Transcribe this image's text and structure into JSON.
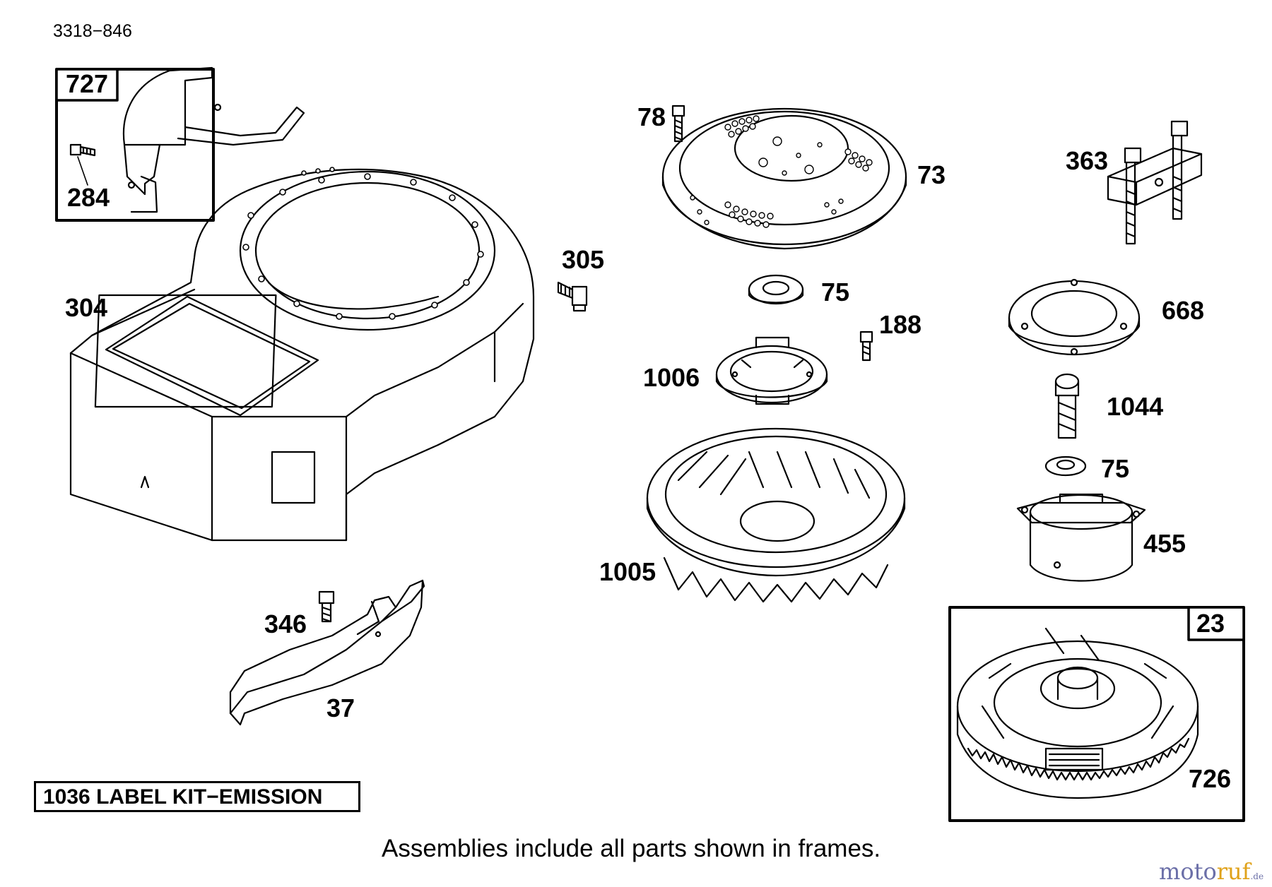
{
  "diagram_id": "3318−846",
  "labels": {
    "p727": "727",
    "p284": "284",
    "p304": "304",
    "p305": "305",
    "p78": "78",
    "p73": "73",
    "p75a": "75",
    "p188": "188",
    "p1006": "1006",
    "p1005": "1005",
    "p363": "363",
    "p668": "668",
    "p1044": "1044",
    "p75b": "75",
    "p455": "455",
    "p23": "23",
    "p726": "726",
    "p346": "346",
    "p37": "37"
  },
  "kit_label": "1036 LABEL KIT−EMISSION",
  "frame_note": "Assemblies include all parts shown in frames.",
  "watermark": {
    "part1": "moto",
    "part2": "ruf",
    "part3": ".de"
  },
  "colors": {
    "line": "#000000",
    "background": "#ffffff",
    "watermark_blue": "#6b6fa8",
    "watermark_orange": "#e0a21a"
  }
}
